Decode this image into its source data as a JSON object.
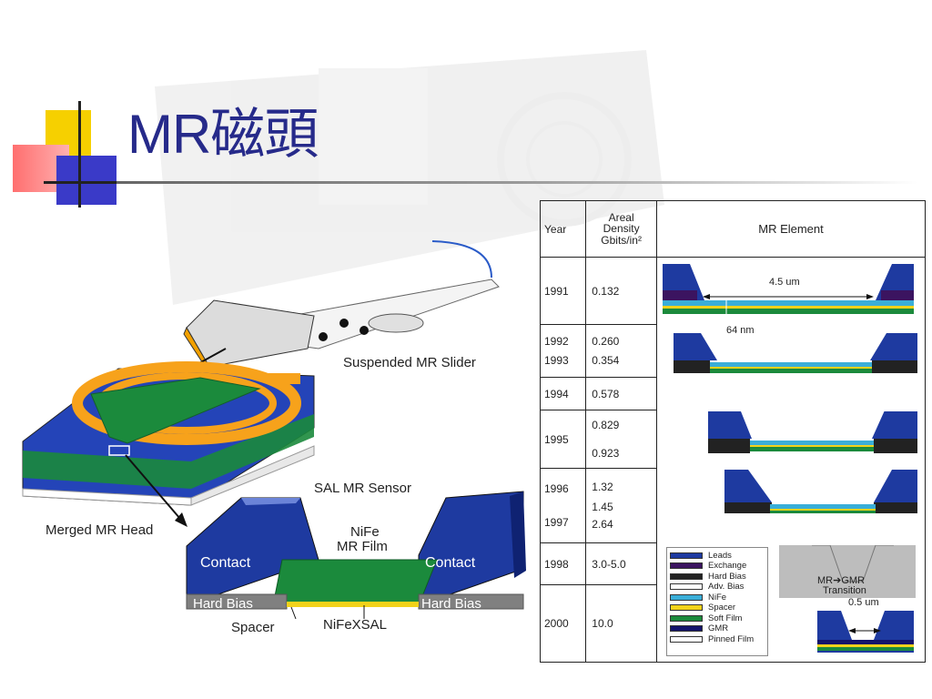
{
  "slide": {
    "title": "MR磁頭"
  },
  "diagram": {
    "labels": {
      "suspended_slider": "Suspended MR Slider",
      "sal_sensor": "SAL MR Sensor",
      "merged_head": "Merged MR Head",
      "nife_line1": "NiFe",
      "nife_line2": "MR Film",
      "contact_left": "Contact",
      "contact_right": "Contact",
      "hard_bias_left": "Hard Bias",
      "hard_bias_right": "Hard Bias",
      "spacer": "Spacer",
      "nifexsal": "NiFeXSAL"
    }
  },
  "table": {
    "headers": {
      "year": "Year",
      "density_l1": "Areal",
      "density_l2": "Density",
      "density_l3": "Gbits/in²",
      "element": "MR Element"
    },
    "rows": [
      {
        "years": [
          "1991"
        ],
        "densities": [
          "0.132"
        ]
      },
      {
        "years": [
          "1992",
          "1993"
        ],
        "densities": [
          "0.260",
          "0.354"
        ]
      },
      {
        "years": [
          "1994"
        ],
        "densities": [
          "0.578"
        ]
      },
      {
        "years": [
          "1995"
        ],
        "densities": [
          "0.829",
          "0.923"
        ]
      },
      {
        "years": [
          "1996",
          "1997"
        ],
        "densities": [
          "1.32",
          "1.45",
          "2.64"
        ]
      },
      {
        "years": [
          "1998"
        ],
        "densities": [
          "3.0-5.0"
        ]
      },
      {
        "years": [
          "2000"
        ],
        "densities": [
          "10.0"
        ]
      }
    ],
    "dims": {
      "width_1991": "4.5 um",
      "thickness_1991": "64 nm",
      "width_2000": "0.5 um"
    },
    "legend": [
      {
        "label": "Leads",
        "color": "#1e3aa0"
      },
      {
        "label": "Exchange",
        "color": "#3b1460"
      },
      {
        "label": "Hard Bias",
        "color": "#222222"
      },
      {
        "label": "Adv. Bias",
        "color": "#ffffff"
      },
      {
        "label": "NiFe",
        "color": "#3aaed8"
      },
      {
        "label": "Spacer",
        "color": "#f2d21a"
      },
      {
        "label": "Soft Film",
        "color": "#1b8a3c"
      },
      {
        "label": "GMR",
        "color": "#14146b"
      },
      {
        "label": "Pinned Film",
        "color": "#ffffff"
      }
    ],
    "transition": {
      "left": "MR",
      "arrow": "➔",
      "right": "GMR",
      "line2": "Transition"
    }
  },
  "colors": {
    "title": "#262a8a",
    "leads": "#1e3aa0",
    "hard_bias_label": "#808080",
    "soft_film": "#1b8a3c",
    "spacer": "#f2d21a",
    "coil": "#f7a21b"
  }
}
